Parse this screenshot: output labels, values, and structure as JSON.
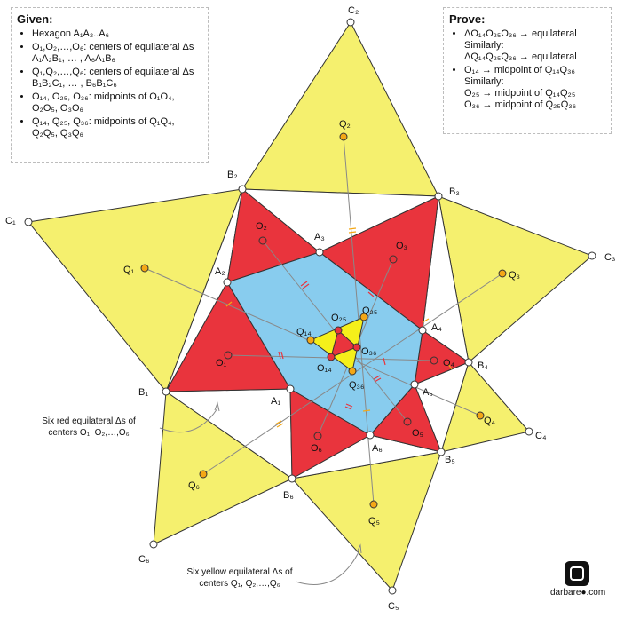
{
  "given": {
    "title": "Given:",
    "items": [
      "Hexagon A₁A₂..A₆",
      "O₁,O₂,…,O₆: centers of equilateral Δs A₁A₂B₁, … , A₆A₁B₆",
      "Q₁,Q₂,…,Q₆: centers of equilateral Δs B₁B₂C₁, … , B₆B₁C₆",
      "O₁₄, O₂₅, O₃₆: midpoints of O₁O₄, O₂O₅, O₃O₆",
      "Q₁₄, Q₂₅, Q₃₆: midpoints of Q₁Q₄, Q₂Q₅, Q₃Q₆"
    ]
  },
  "prove": {
    "title": "Prove:",
    "items": [
      {
        "main": "ΔO₁₄O₂₅O₃₆ → equilateral",
        "extra": [
          "Similarly:",
          "ΔQ₁₄Q₂₅Q₃₆ → equilateral"
        ]
      },
      {
        "main": "O₁₄ → midpoint of Q₁₄Q₃₆",
        "extra": [
          "Similarly:",
          "O₂₅ → midpoint of Q₁₄Q₂₅",
          "O₃₆ → midpoint of Q₂₅Q₃₆"
        ]
      }
    ]
  },
  "notes": {
    "red": "Six red equilateral Δs of centers O₁, O₂,…,O₆",
    "yellow": "Six yellow equilateral Δs of centers Q₁, Q₂,…,Q₆"
  },
  "logo": {
    "text": "darbare●.com"
  },
  "labels": {
    "A1": "A₁",
    "A2": "A₂",
    "A3": "A₃",
    "A4": "A₄",
    "A5": "A₅",
    "A6": "A₆",
    "B1": "B₁",
    "B2": "B₂",
    "B3": "B₃",
    "B4": "B₄",
    "B5": "B₅",
    "B6": "B₆",
    "C1": "C₁",
    "C2": "C₂",
    "C3": "C₃",
    "C4": "C₄",
    "C5": "C₅",
    "C6": "C₆",
    "O1": "O₁",
    "O2": "O₂",
    "O3": "O₃",
    "O4": "O₄",
    "O5": "O₅",
    "O6": "O₆",
    "Q1": "Q₁",
    "Q2": "Q₂",
    "Q3": "Q₃",
    "Q4": "Q₄",
    "Q5": "Q₅",
    "Q6": "Q₆",
    "O14": "O₁₄",
    "O25": "O₂₅",
    "O36": "O₃₆",
    "Q14": "Q₁₄",
    "Q25": "Q₂₅",
    "Q36": "Q₃₆"
  },
  "colors": {
    "yellow": "#f5f06e",
    "red": "#e9343d",
    "blue": "#88ccee",
    "orange": "#f4a716",
    "inner_yellow": "#f5f01a"
  }
}
